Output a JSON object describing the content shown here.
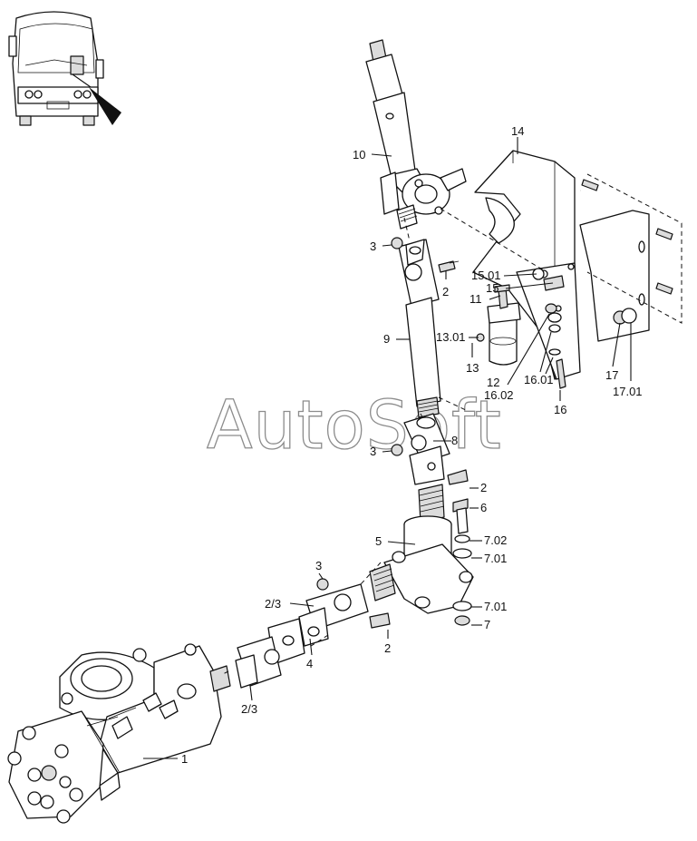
{
  "watermark": "AutoSoft",
  "labels": {
    "l14": "14",
    "l10": "10",
    "l3a": "3",
    "l2a": "2",
    "l1501": "15.01",
    "l15": "15",
    "l11": "11",
    "l9": "9",
    "l1301": "13.01",
    "l13": "13",
    "l12": "12",
    "l1601": "16.01",
    "l1602": "16.02",
    "l16": "16",
    "l17": "17",
    "l1701": "17.01",
    "l8": "8",
    "l3b": "3",
    "l2b": "2",
    "l6": "6",
    "l5": "5",
    "l702": "7.02",
    "l701a": "7.01",
    "l3c": "3",
    "l23a": "2/3",
    "l701b": "7.01",
    "l7": "7",
    "l2c": "2",
    "l4": "4",
    "l23b": "2/3",
    "l1": "1"
  }
}
